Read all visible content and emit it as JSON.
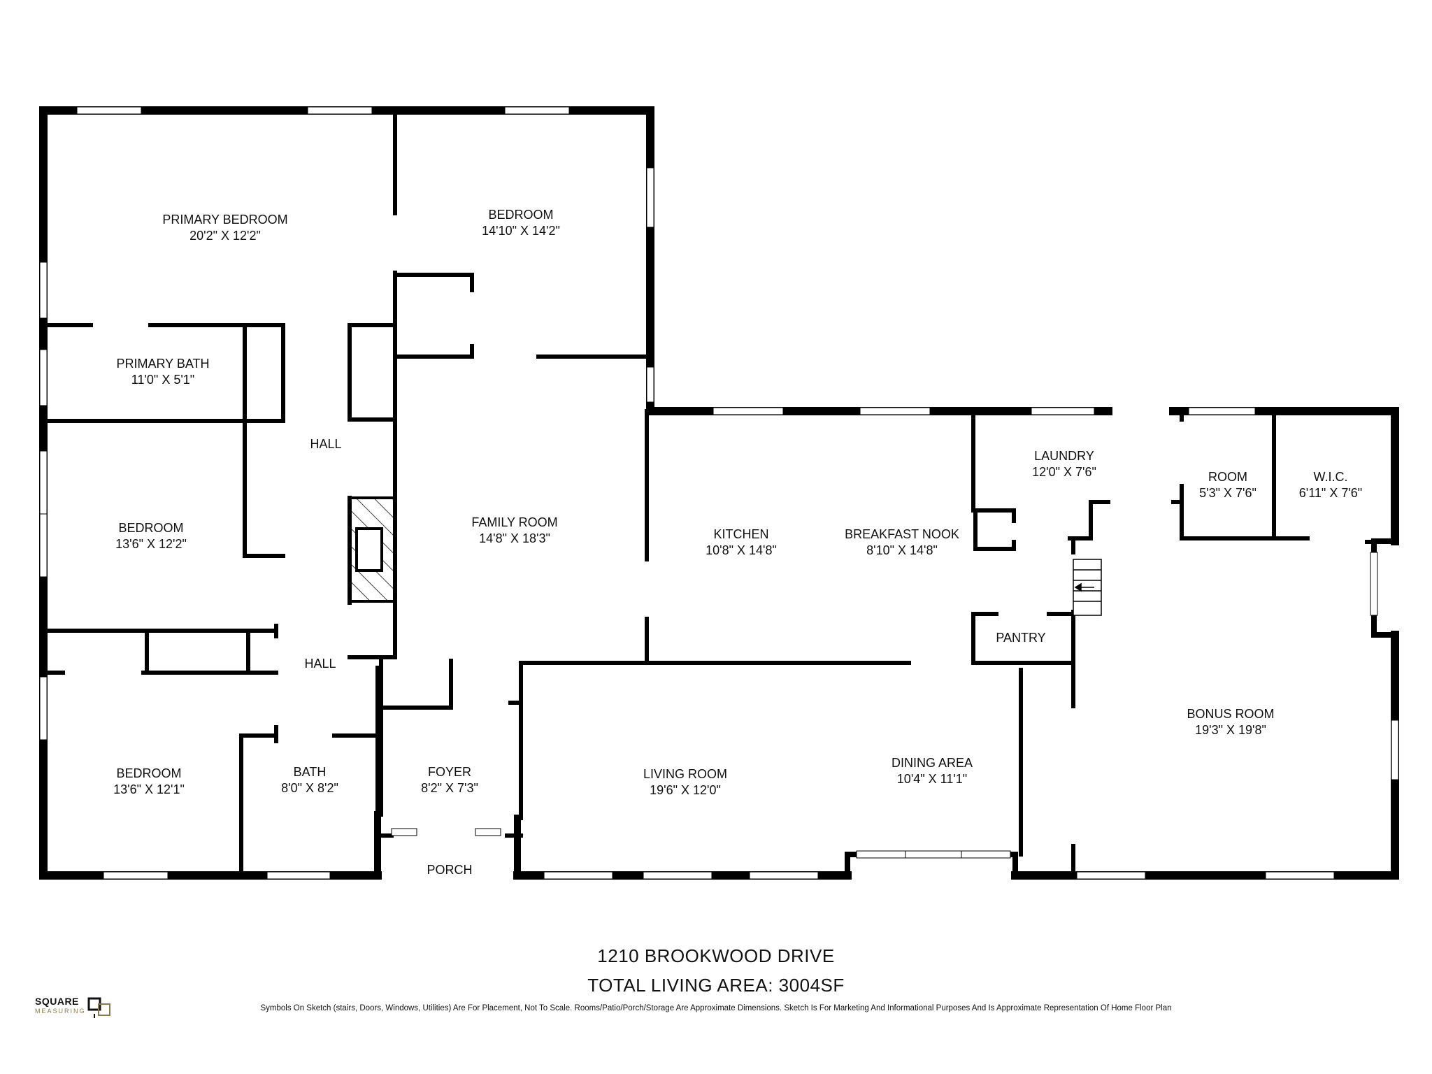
{
  "rooms": [
    {
      "id": "primary-bedroom",
      "name": "PRIMARY BEDROOM",
      "dims": "20'2\" X 12'2\""
    },
    {
      "id": "bedroom-front",
      "name": "BEDROOM",
      "dims": "14'10\" X 14'2\""
    },
    {
      "id": "primary-bath",
      "name": "PRIMARY BATH",
      "dims": "11'0\" X 5'1\""
    },
    {
      "id": "hall-upper",
      "name": "HALL"
    },
    {
      "id": "bedroom-middle",
      "name": "BEDROOM",
      "dims": "13'6\" X 12'2\""
    },
    {
      "id": "family-room",
      "name": "FAMILY ROOM",
      "dims": "14'8\" X 18'3\""
    },
    {
      "id": "kitchen",
      "name": "KITCHEN",
      "dims": "10'8\" X 14'8\""
    },
    {
      "id": "breakfast-nook",
      "name": "BREAKFAST NOOK",
      "dims": "8'10\" X 14'8\""
    },
    {
      "id": "laundry",
      "name": "LAUNDRY",
      "dims": "12'0\" X 7'6\""
    },
    {
      "id": "room",
      "name": "ROOM",
      "dims": "5'3\" X 7'6\""
    },
    {
      "id": "wic",
      "name": "W.I.C.",
      "dims": "6'11\" X 7'6\""
    },
    {
      "id": "pantry",
      "name": "PANTRY"
    },
    {
      "id": "hall-lower",
      "name": "HALL"
    },
    {
      "id": "bedroom-lower",
      "name": "BEDROOM",
      "dims": "13'6\" X 12'1\""
    },
    {
      "id": "bath",
      "name": "BATH",
      "dims": "8'0\" X 8'2\""
    },
    {
      "id": "foyer",
      "name": "FOYER",
      "dims": "8'2\" X 7'3\""
    },
    {
      "id": "living-room",
      "name": "LIVING ROOM",
      "dims": "19'6\" X 12'0\""
    },
    {
      "id": "dining-area",
      "name": "DINING AREA",
      "dims": "10'4\" X 11'1\""
    },
    {
      "id": "bonus-room",
      "name": "BONUS ROOM",
      "dims": "19'3\" X 19'8\""
    },
    {
      "id": "porch",
      "name": "PORCH"
    }
  ],
  "footer": {
    "address": "1210 BROOKWOOD DRIVE",
    "living_area": "TOTAL LIVING AREA: 3004SF",
    "disclaimer": "Symbols On Sketch (stairs, Doors, Windows, Utilities) Are For Placement, Not To Scale. Rooms/Patio/Porch/Storage Are Approximate Dimensions. Sketch Is For Marketing And Informational Purposes And Is Approximate Representation Of Home Floor Plan"
  },
  "logo": {
    "top": "SQUARE",
    "bottom": "MEASURING"
  },
  "colors": {
    "wall": "#000000",
    "window": "#ffffff",
    "logo_accent": "#8a7a4a"
  }
}
